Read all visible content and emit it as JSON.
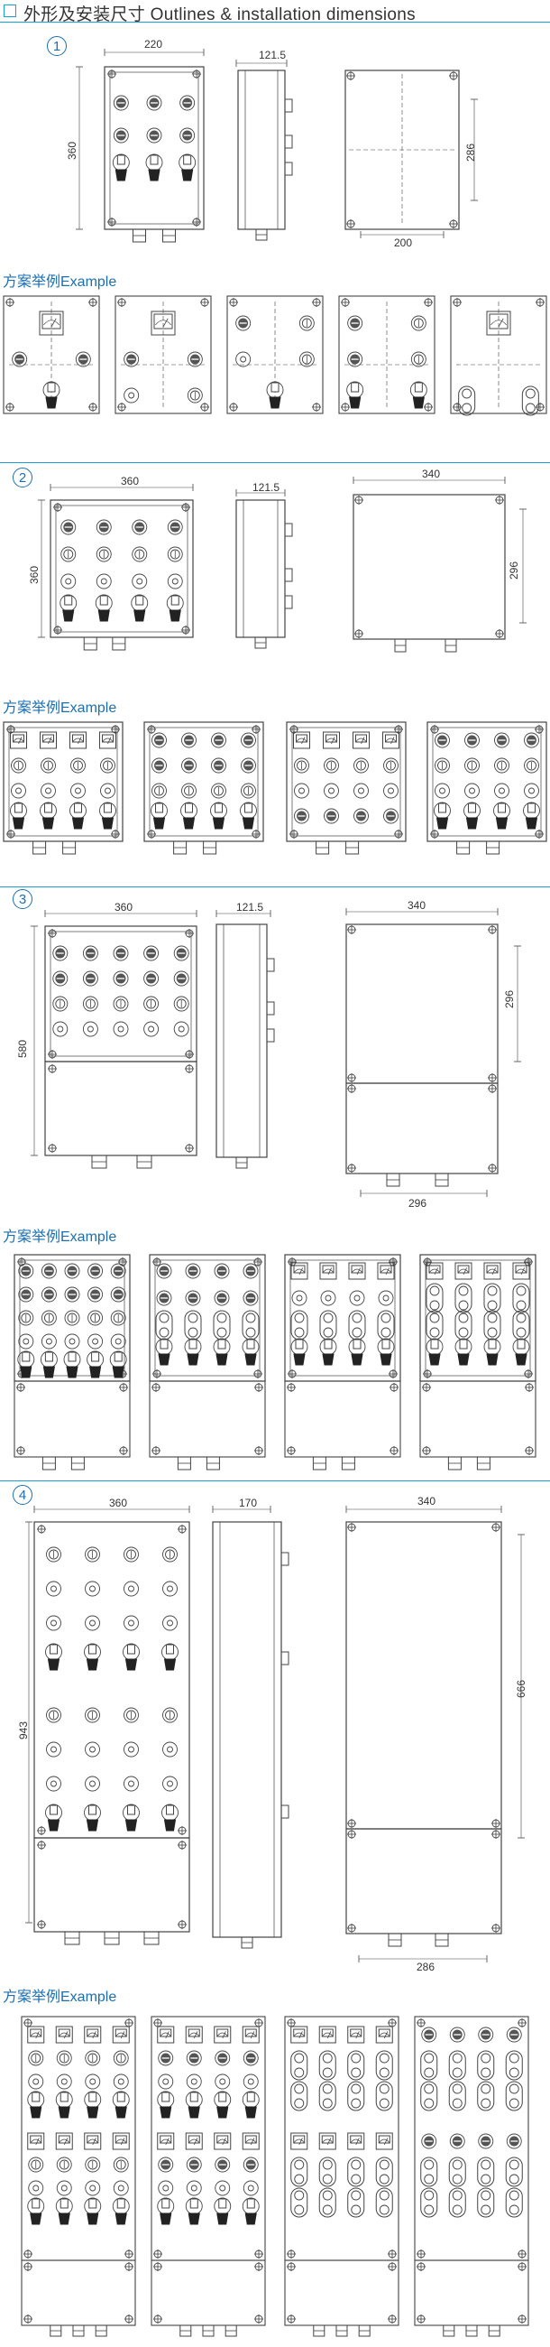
{
  "header": {
    "title": "外形及安装尺寸 Outlines & installation dimensions"
  },
  "accent_color": "#1aa0d8",
  "example_label": "方案举例Example",
  "sections": [
    {
      "number": "1",
      "dims": {
        "width": "220",
        "depth": "121.5",
        "height": "360",
        "mount_h": "286",
        "mount_w": "200"
      }
    },
    {
      "number": "2",
      "dims": {
        "width": "360",
        "depth": "121.5",
        "height": "360",
        "back_w": "340",
        "mount_h": "296"
      }
    },
    {
      "number": "3",
      "dims": {
        "width": "360",
        "depth": "121.5",
        "height": "580",
        "back_w": "340",
        "mount_h": "296",
        "mount_w": "296"
      }
    },
    {
      "number": "4",
      "dims": {
        "width": "360",
        "depth": "170",
        "height": "943",
        "back_w": "340",
        "mount_h": "666",
        "mount_w": "286"
      }
    }
  ]
}
